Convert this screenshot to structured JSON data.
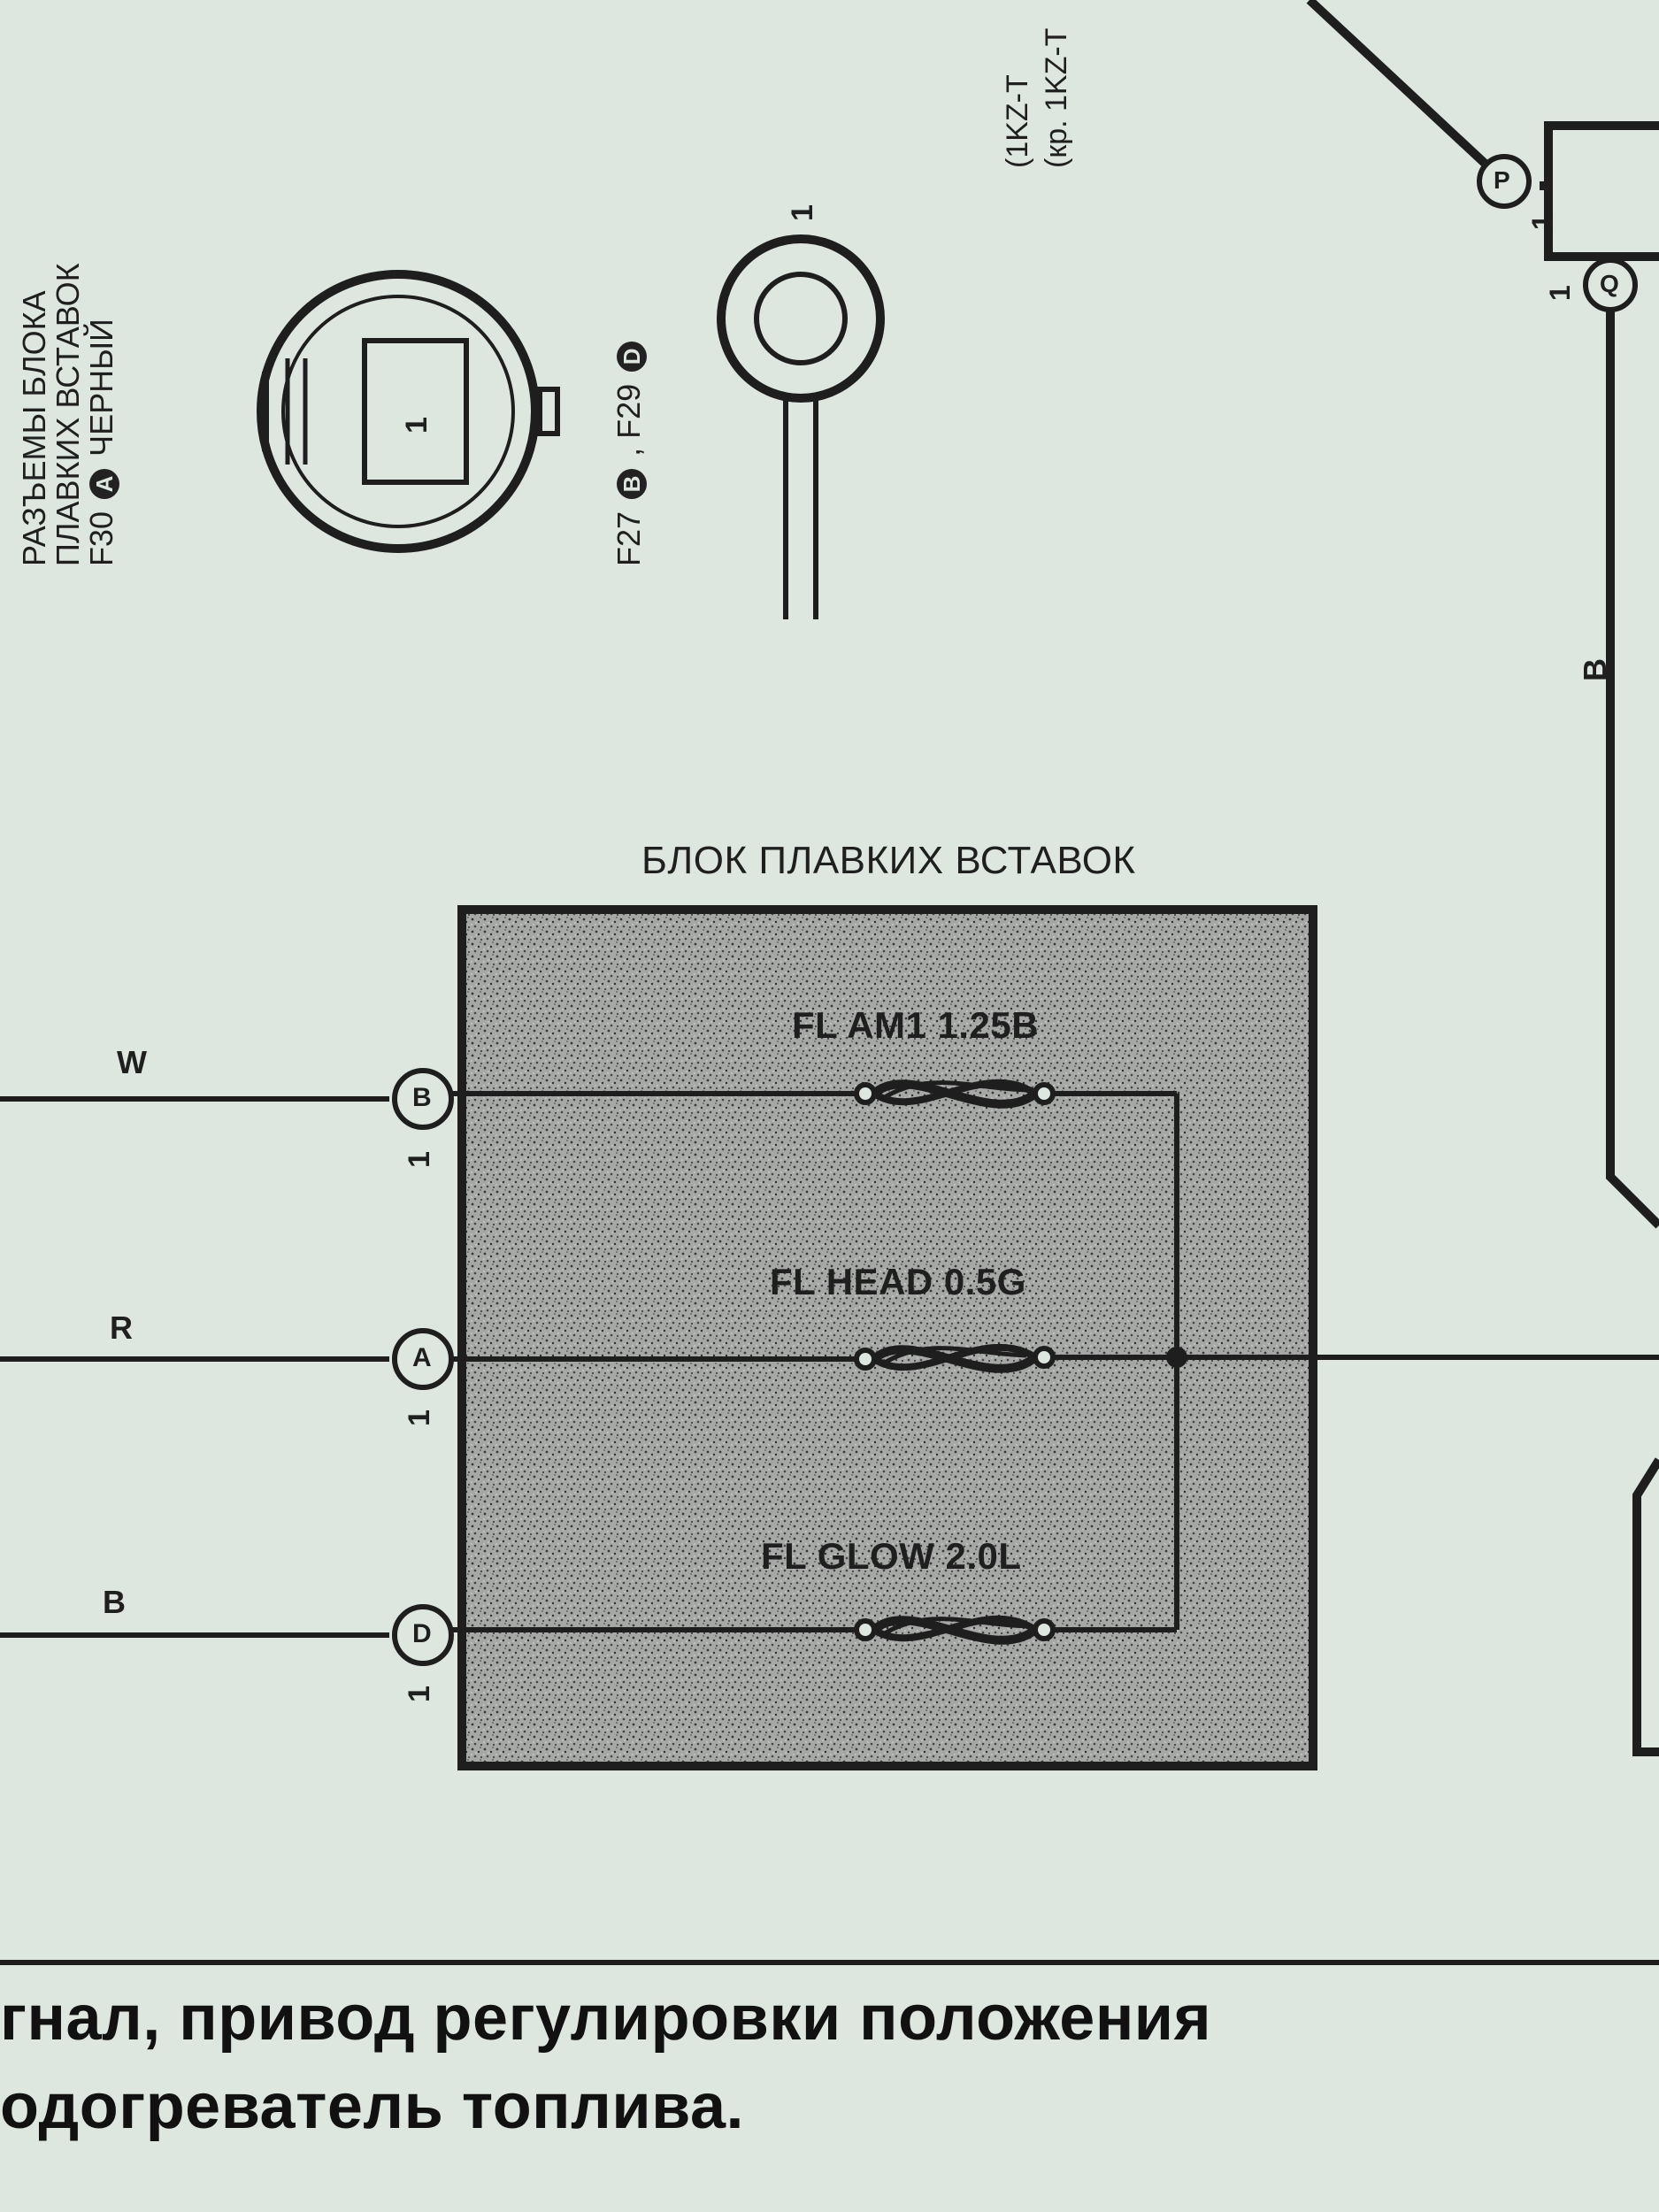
{
  "connector_label": {
    "line1": "РАЗЪЕМЫ БЛОКА",
    "line2": "ПЛАВКИХ ВСТАВОК",
    "line3_code": "F30",
    "line3_letter": "A",
    "line3_color": "ЧЕРНЫЙ"
  },
  "connector_a_pin": "1",
  "connector_bd": {
    "code1": "F27",
    "letter1": "B",
    "sep": ",",
    "code2": "F29",
    "letter2": "D",
    "pin": "1"
  },
  "engine_spec": {
    "line1": "(1KZ-T",
    "line2": "(кр. 1KZ-T"
  },
  "fuse_block_title": "БЛОК ПЛАВКИХ ВСТАВОК",
  "fuses": [
    {
      "label": "FL AM1 1.25B"
    },
    {
      "label": "FL HEAD 0.5G"
    },
    {
      "label": "FL GLOW 2.0L"
    }
  ],
  "inputs": [
    {
      "wire": "W",
      "pin": "1",
      "letter": "B"
    },
    {
      "wire": "R",
      "pin": "1",
      "letter": "A"
    },
    {
      "wire": "B",
      "pin": "1",
      "letter": "D"
    }
  ],
  "right_connectors": [
    {
      "pin": "1",
      "letter": "P"
    },
    {
      "pin": "1",
      "letter": "Q"
    }
  ],
  "right_wire": "B",
  "caption": {
    "line1": "гнал, привод регулировки положения",
    "line2": "одогреватель топлива."
  },
  "colors": {
    "paper": "#dde6df",
    "ink": "#1e1e1e",
    "block_fill": "#9a9d9a"
  }
}
